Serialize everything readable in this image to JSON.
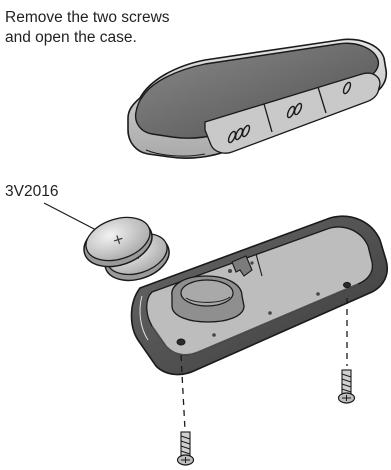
{
  "instruction": {
    "line1": "Remove the two screws",
    "line2": "and open the case."
  },
  "battery": {
    "label": "3V2016"
  },
  "colors": {
    "outline": "#1a1a1a",
    "case_light": "#d6d6d6",
    "case_top_dark": "#6e6e6e",
    "case_base_dark": "#4a4a4a",
    "battery_silver": "#cfcfcf"
  },
  "icons": [
    "remote-case-top",
    "coin-battery",
    "remote-case-bottom",
    "screw"
  ]
}
